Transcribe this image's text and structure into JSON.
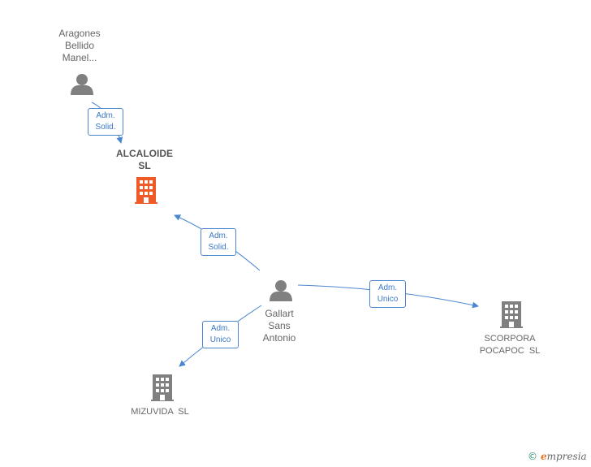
{
  "nodes": {
    "aragones": {
      "label": [
        "Aragones",
        "Bellido",
        "Manel..."
      ],
      "type": "person"
    },
    "alcaloide": {
      "label": [
        "ALCALOIDE",
        "SL"
      ],
      "type": "company",
      "highlight": true
    },
    "gallart": {
      "label": [
        "Gallart",
        "Sans",
        "Antonio"
      ],
      "type": "person"
    },
    "scorpora": {
      "label": [
        "SCORPORA",
        "POCAPOC  SL"
      ],
      "type": "company"
    },
    "mizuvida": {
      "label": [
        "MIZUVIDA  SL"
      ],
      "type": "company"
    }
  },
  "edges": {
    "aragones_alcaloide": {
      "label": [
        "Adm.",
        "Solid."
      ]
    },
    "gallart_alcaloide": {
      "label": [
        "Adm.",
        "Solid."
      ]
    },
    "gallart_scorpora": {
      "label": [
        "Adm.",
        "Unico"
      ]
    },
    "gallart_mizuvida": {
      "label": [
        "Adm.",
        "Unico"
      ]
    }
  },
  "colors": {
    "edge": "#4a86d0",
    "person": "#808080",
    "company": "#808080",
    "highlight": "#f05a28"
  },
  "credit": {
    "symbol": "©",
    "brand_initial": "e",
    "brand_rest": "mpresia"
  }
}
